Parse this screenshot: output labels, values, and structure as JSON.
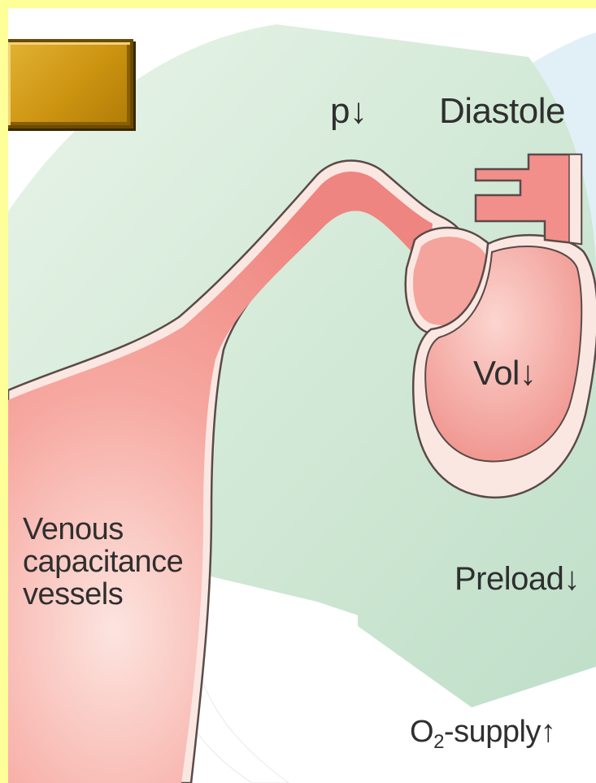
{
  "labels": {
    "pressure": "p↓",
    "phase": "Diastole",
    "volume": "Vol↓",
    "venous_line1": "Venous",
    "venous_line2": "capacitance",
    "venous_line3": "vessels",
    "preload": "Preload↓",
    "o2_prefix": "O",
    "o2_sub": "2",
    "o2_suffix": "-supply↑"
  },
  "colors": {
    "page_border": "#ffff99",
    "background_green": "#d8ecda",
    "background_blue": "#e3f1f7",
    "vessel_fill": "#f28f8a",
    "vessel_light": "#f7c9c0",
    "button_gold": "#cc9310"
  }
}
